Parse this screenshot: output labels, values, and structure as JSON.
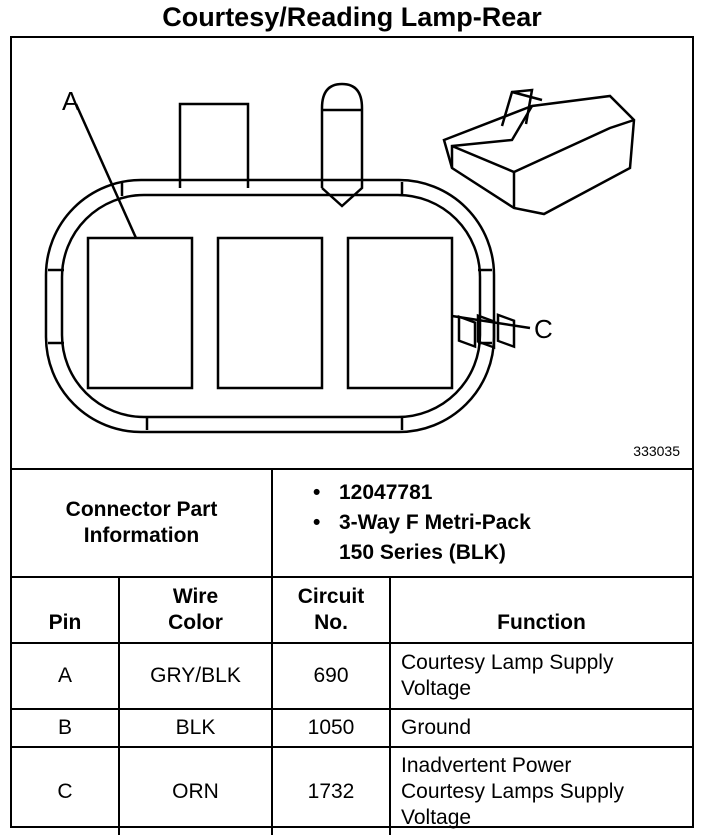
{
  "title": "Courtesy/Reading Lamp-Rear",
  "diagram": {
    "label_a": "A",
    "label_c": "C",
    "figure_number": "333035"
  },
  "connector_info": {
    "label_line1": "Connector Part",
    "label_line2": "Information",
    "part_number": "12047781",
    "description_line1": "3-Way F Metri-Pack",
    "description_line2": "150 Series (BLK)"
  },
  "table": {
    "headers": {
      "pin": "Pin",
      "wire_color_line1": "Wire",
      "wire_color_line2": "Color",
      "circuit_line1": "Circuit",
      "circuit_line2": "No.",
      "function": "Function"
    },
    "rows": [
      {
        "pin": "A",
        "wire_color": "GRY/BLK",
        "circuit": "690",
        "function_lines": [
          "Courtesy Lamp Supply",
          "Voltage"
        ]
      },
      {
        "pin": "B",
        "wire_color": "BLK",
        "circuit": "1050",
        "function_lines": [
          "Ground"
        ]
      },
      {
        "pin": "C",
        "wire_color": "ORN",
        "circuit": "1732",
        "function_lines": [
          "Inadvertent Power",
          "Courtesy Lamps Supply",
          "Voltage"
        ]
      }
    ]
  }
}
